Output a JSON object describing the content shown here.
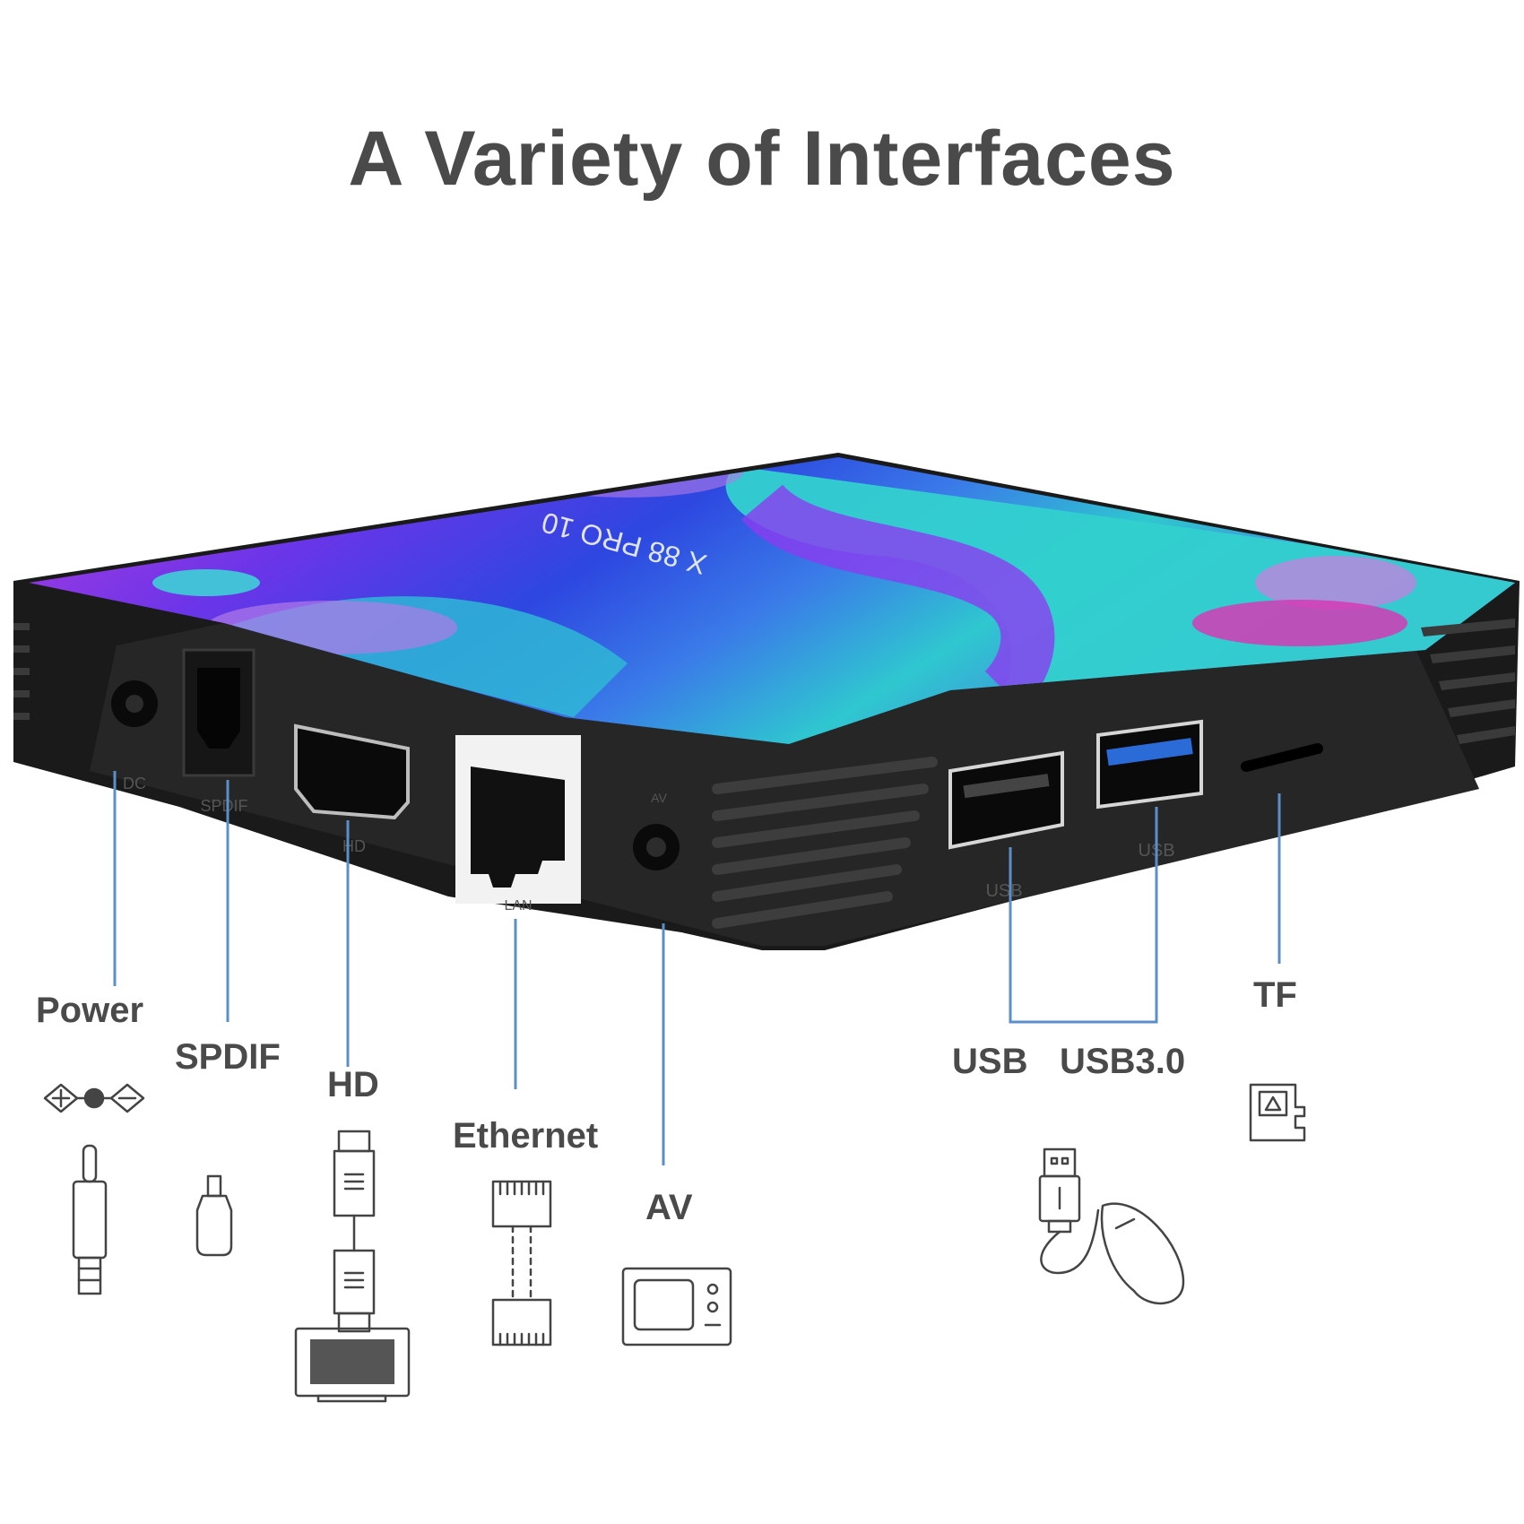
{
  "title": "A Variety of Interfaces",
  "colors": {
    "leader": "#5b8fc9",
    "body": "#1c1c1c",
    "text": "#4a4a4a"
  },
  "device": {
    "top_logo": "X 88 PRO 10",
    "port_labels": {
      "dc": "DC",
      "spdif": "SPDIF",
      "hd": "HD",
      "lan": "LAN",
      "av": "AV",
      "usb": "USB",
      "usb3": "USB"
    }
  },
  "interfaces": [
    {
      "id": "power",
      "label": "Power",
      "icon": "dc-power-plug-icon"
    },
    {
      "id": "spdif",
      "label": "SPDIF",
      "icon": "optical-plug-icon"
    },
    {
      "id": "hd",
      "label": "HD",
      "icon": "hdmi-cable-to-display-icon"
    },
    {
      "id": "ethernet",
      "label": "Ethernet",
      "icon": "ethernet-cable-icon"
    },
    {
      "id": "av",
      "label": "AV",
      "icon": "tv-icon"
    },
    {
      "id": "usb",
      "label": "USB",
      "icon": "usb-mouse-icon"
    },
    {
      "id": "usb3",
      "label": "USB3.0",
      "icon": "usb-mouse-icon"
    },
    {
      "id": "tf",
      "label": "TF",
      "icon": "sd-card-icon"
    }
  ]
}
